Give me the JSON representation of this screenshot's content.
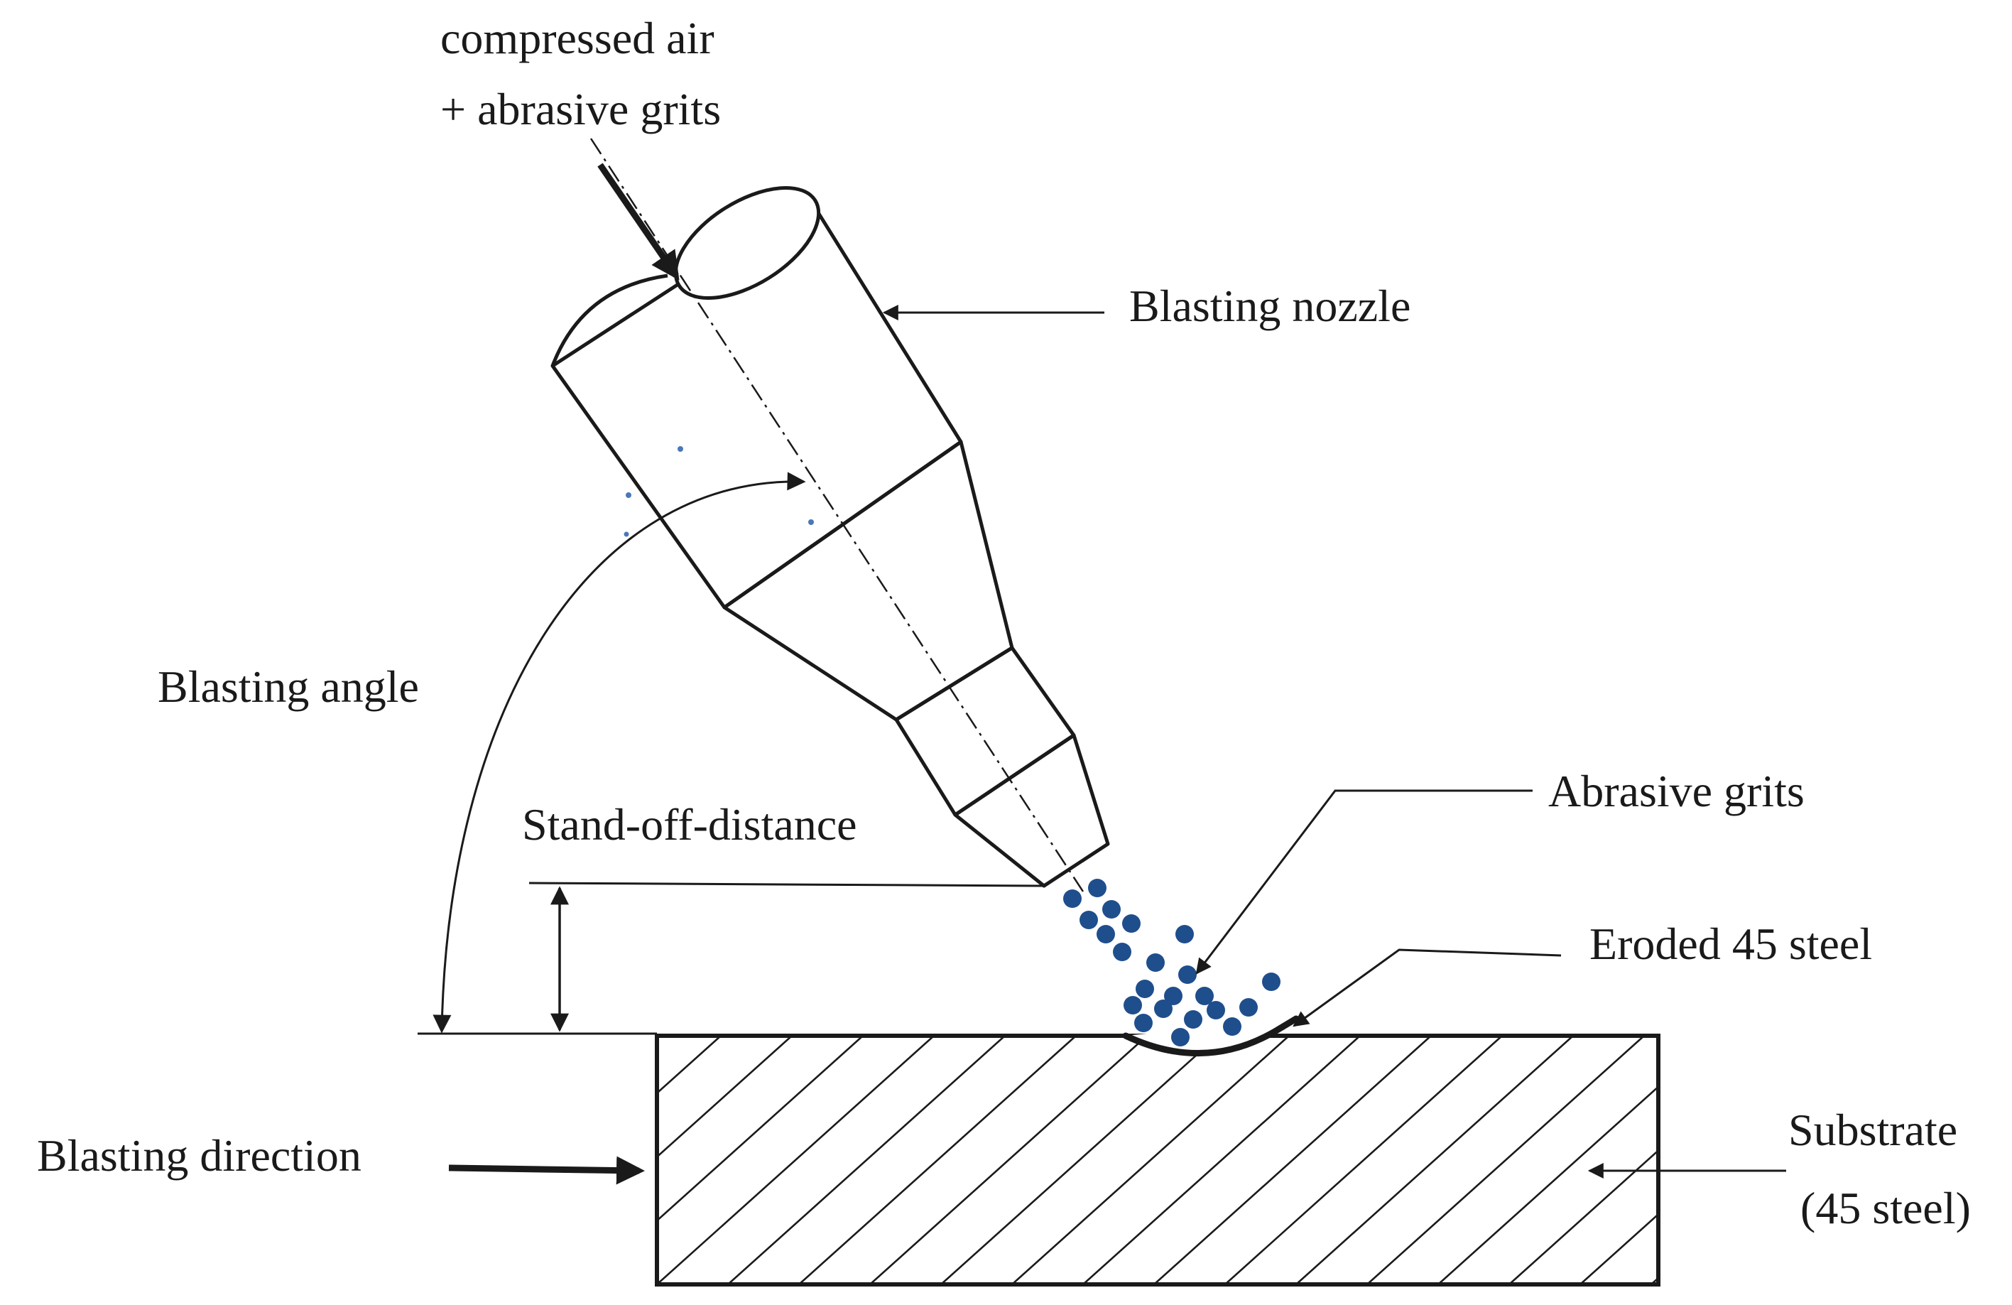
{
  "labels": {
    "inlet_line1": "compressed air",
    "inlet_line2": "+ abrasive grits",
    "blasting_nozzle": "Blasting nozzle",
    "blasting_angle": "Blasting angle",
    "stand_off_distance": "Stand-off-distance",
    "abrasive_grits": "Abrasive grits",
    "eroded_steel": "Eroded 45 steel",
    "blasting_direction": "Blasting direction",
    "substrate_line1": "Substrate",
    "substrate_line2": "(45 steel)"
  },
  "colors": {
    "line": "#1a1a1a",
    "grit": "#1f4e8c",
    "background": "#ffffff"
  }
}
